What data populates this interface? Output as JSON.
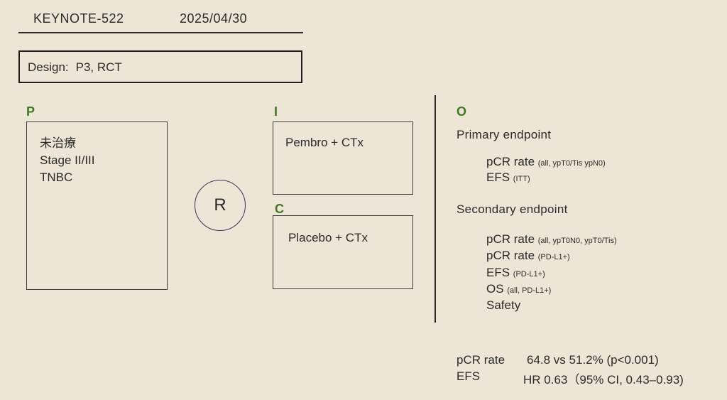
{
  "header": {
    "trial_name": "KEYNOTE-522",
    "date": "2025/04/30"
  },
  "design": {
    "label": "Design:",
    "value": "P3, RCT"
  },
  "population": {
    "letter": "P",
    "lines": [
      "未治療",
      "Stage II/III",
      "TNBC"
    ]
  },
  "randomization": {
    "label": "R"
  },
  "intervention": {
    "letter": "I",
    "text": "Pembro + CTx"
  },
  "comparison": {
    "letter": "C",
    "text": "Placebo + CTx"
  },
  "outcome": {
    "letter": "O",
    "primary_heading": "Primary endpoint",
    "primary": [
      {
        "main": "pCR rate",
        "note": "(all, ypT0/Tis ypN0)"
      },
      {
        "main": "EFS",
        "note": "(ITT)"
      }
    ],
    "secondary_heading": "Secondary endpoint",
    "secondary": [
      {
        "main": "pCR rate",
        "note": "(all, ypT0N0, ypT0/Tis)"
      },
      {
        "main": "pCR rate",
        "note": "(PD-L1+)"
      },
      {
        "main": "EFS",
        "note": "(PD-L1+)"
      },
      {
        "main": "OS",
        "note": "(all, PD-L1+)"
      },
      {
        "main": "Safety",
        "note": ""
      }
    ]
  },
  "results": [
    {
      "label": "pCR rate",
      "value": "64.8 vs 51.2% (p<0.001)"
    },
    {
      "label": "EFS",
      "value": "HR 0.63（95% CI, 0.43–0.93)"
    }
  ]
}
